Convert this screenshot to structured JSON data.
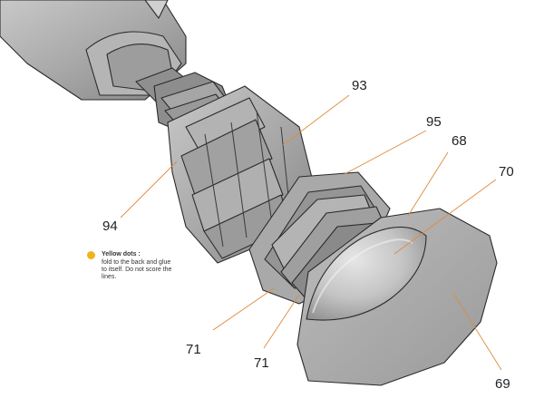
{
  "colors": {
    "leader": "#e08a3c",
    "dot": "#f2b21b",
    "body_light": "#bdbdbd",
    "body_mid": "#9c9c9c",
    "body_dark": "#6f6f6f",
    "outline": "#2b2b2b"
  },
  "callouts": [
    "93",
    "95",
    "68",
    "70",
    "94",
    "71",
    "71",
    "69"
  ],
  "note": {
    "title": "Yellow dots :",
    "text": "fold to the back and glue to itself. Do not score the lines."
  }
}
